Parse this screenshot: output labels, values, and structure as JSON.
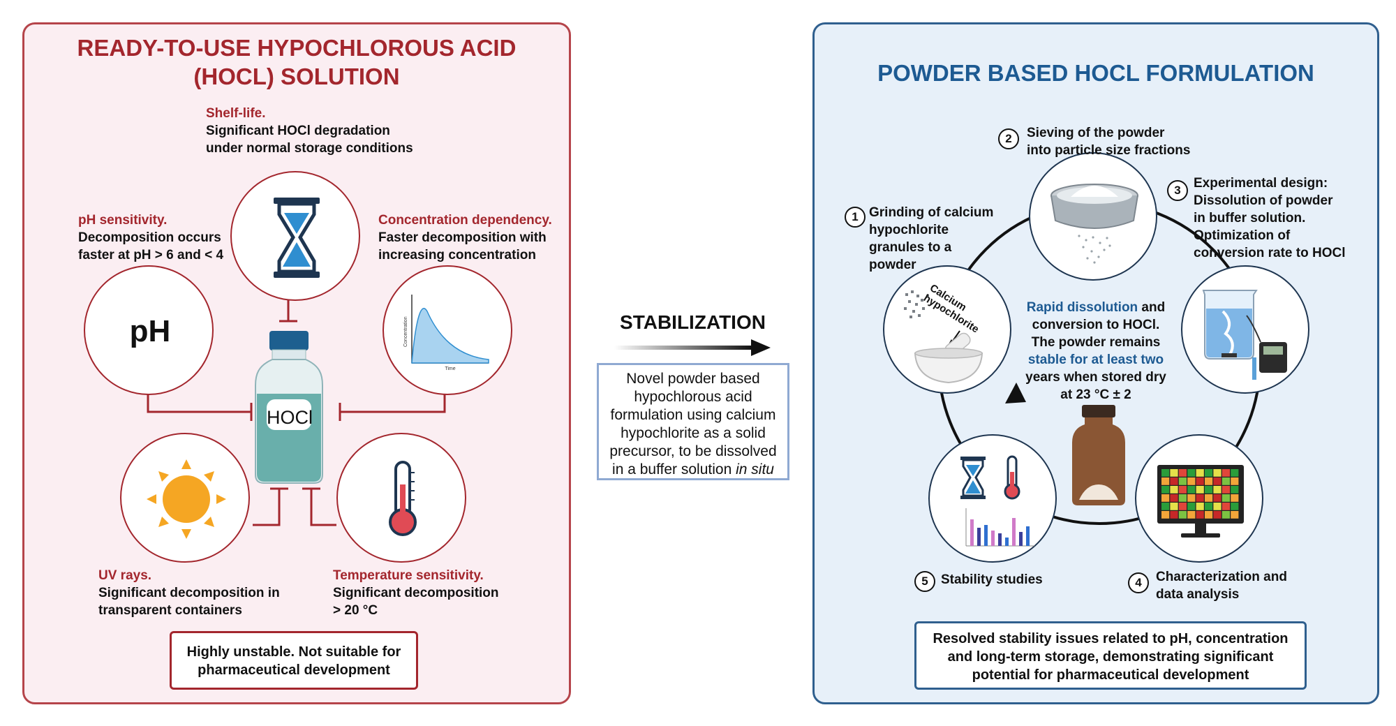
{
  "left": {
    "title_line1": "READY-TO-USE HYPOCHLOROUS ACID",
    "title_line2": "(HOCL) SOLUTION",
    "bottle_label": "HOCl",
    "shelf_life": {
      "heading": "Shelf-life.",
      "line1": "Significant HOCl degradation",
      "line2": "under normal storage conditions"
    },
    "ph": {
      "heading": "pH sensitivity.",
      "line1": "Decomposition occurs",
      "line2": "faster at pH > 6 and < 4",
      "icon_text": "pH"
    },
    "concentration": {
      "heading": "Concentration dependency.",
      "line1": "Faster decomposition with",
      "line2": "increasing concentration",
      "ylabel": "Concentration",
      "xlabel": "Time"
    },
    "uv": {
      "heading": "UV rays.",
      "line1": "Significant decomposition in",
      "line2": "transparent containers"
    },
    "temperature": {
      "heading": "Temperature sensitivity.",
      "line1": "Significant decomposition",
      "line2": "> 20 °C"
    },
    "conclusion_line1": "Highly unstable. Not suitable for",
    "conclusion_line2": "pharmaceutical development"
  },
  "middle": {
    "arrow_label": "STABILIZATION",
    "box_line1": "Novel powder based",
    "box_line2": "hypochlorous acid",
    "box_line3": "formulation using calcium",
    "box_line4": "hypochlorite  as a solid",
    "box_line5": "precursor, to be dissolved",
    "box_line6_prefix": "in a buffer solution ",
    "box_line6_italic": "in situ"
  },
  "right": {
    "title": "POWDER BASED HOCL FORMULATION",
    "step1": {
      "num": "1",
      "line1": "Grinding of calcium",
      "line2": "hypochlorite",
      "line3": "granules to a",
      "line4": "powder",
      "icon_label1": "Calcium",
      "icon_label2": "hypochlorite"
    },
    "step2": {
      "num": "2",
      "line1": "Sieving of the powder",
      "line2": "into particle size fractions"
    },
    "step3": {
      "num": "3",
      "line1": "Experimental design:",
      "line2": "Dissolution of powder",
      "line3": "in buffer solution.",
      "line4": "Optimization of",
      "line5": "conversion rate to HOCl"
    },
    "step4": {
      "num": "4",
      "line1": "Characterization and",
      "line2": "data analysis"
    },
    "step5": {
      "num": "5",
      "line1": "Stability studies"
    },
    "center": {
      "l1_blue": "Rapid dissolution",
      "l1_black": " and",
      "l2": "conversion to HOCl.",
      "l3": "The powder remains",
      "l4_blue": "stable for at least two",
      "l5": "years when stored dry",
      "l6": "at 23 °C ± 2"
    },
    "conclusion_line1": "Resolved stability issues related to pH, concentration",
    "conclusion_line2": "and long-term storage, demonstrating significant",
    "conclusion_line3": "potential for pharmaceutical development"
  },
  "colors": {
    "left_accent": "#a3262d",
    "right_accent": "#1d5a92",
    "left_bg": "#fbeef2",
    "right_bg": "#e7f0f9"
  },
  "icons": [
    "hourglass-icon",
    "ph-icon",
    "concentration-curve-icon",
    "sun-icon",
    "thermometer-icon",
    "bottle-icon",
    "mortar-pestle-icon",
    "sieve-icon",
    "beaker-icon",
    "heatmap-monitor-icon",
    "bar-chart-icon",
    "amber-bottle-icon"
  ]
}
